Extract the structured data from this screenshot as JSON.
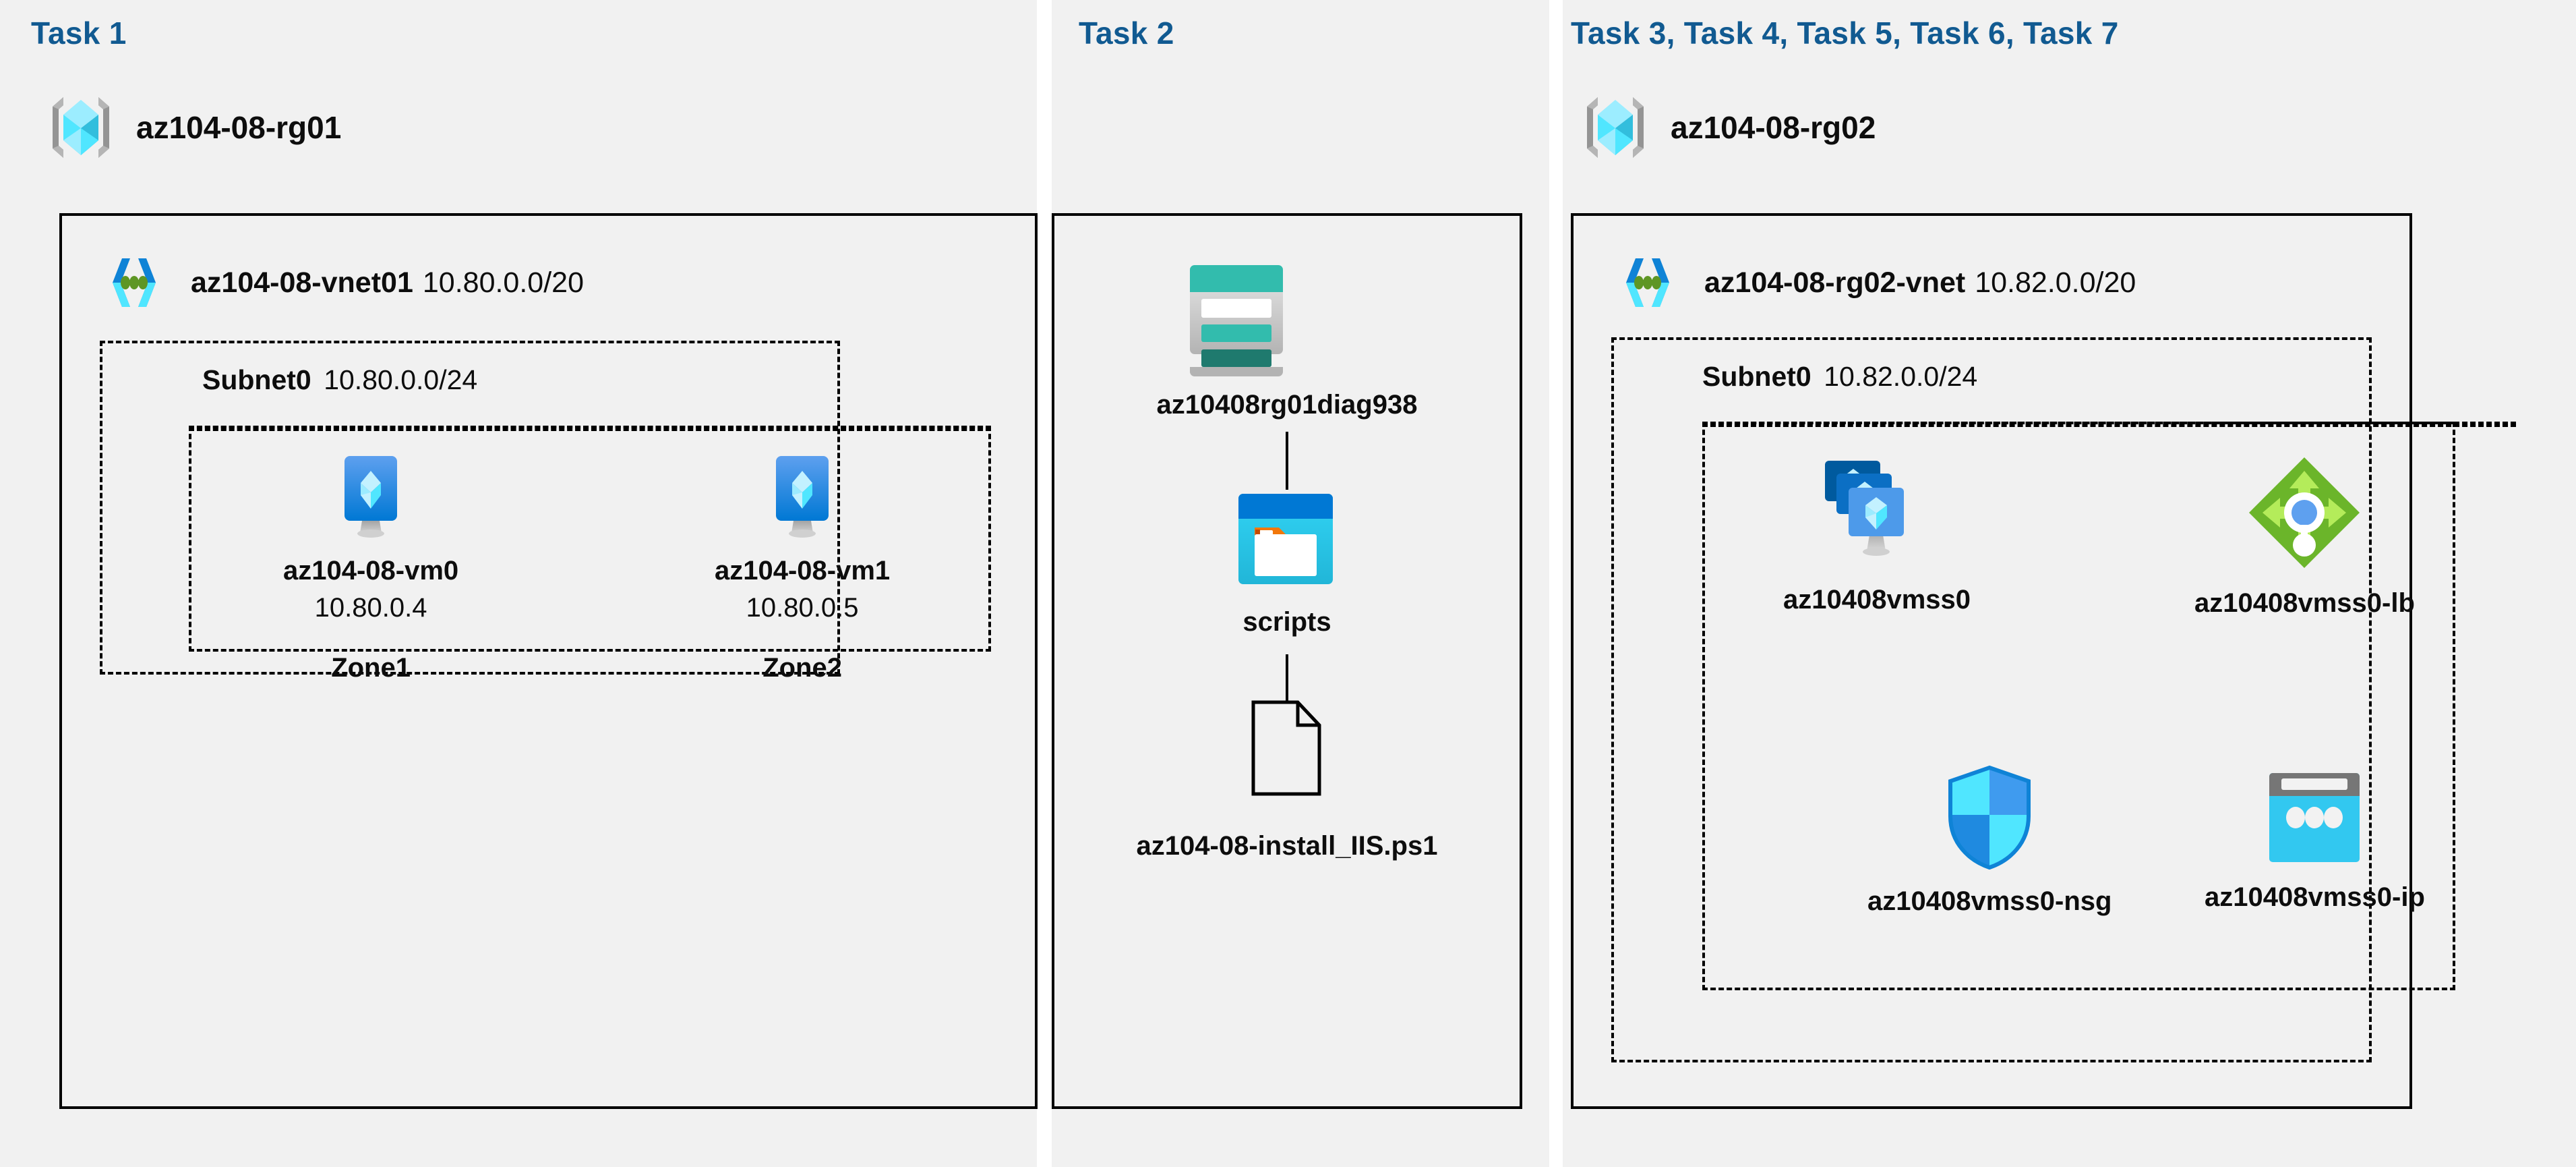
{
  "colors": {
    "panel_bg": "#f1f1f1",
    "page_bg": "#ffffff",
    "task_title": "#115a91",
    "border": "#000000",
    "azure_blue": "#0078d4",
    "azure_cyan": "#50e6ff",
    "vnet_green_dot": "#5e9624",
    "lb_green": "#6bb52a",
    "storage_teal": "#32bcad",
    "nsg_blue": "#32bcf8",
    "ip_cyan": "#32c8f0"
  },
  "columns": [
    {
      "task_title": "Task 1",
      "resource_group": {
        "name": "az104-08-rg01",
        "icon": "resource-group-icon"
      },
      "vnet": {
        "name": "az104-08-vnet01",
        "cidr": "10.80.0.0/20",
        "icon": "virtual-network-icon"
      },
      "subnet": {
        "name": "Subnet0",
        "cidr": "10.80.0.0/24"
      },
      "vms": [
        {
          "icon": "virtual-machine-icon",
          "name": "az104-08-vm0",
          "ip": "10.80.0.4",
          "zone": "Zone1"
        },
        {
          "icon": "virtual-machine-icon",
          "name": "az104-08-vm1",
          "ip": "10.80.0.5",
          "zone": "Zone2"
        }
      ]
    },
    {
      "task_title": "Task 2",
      "items": [
        {
          "icon": "storage-account-icon",
          "name": "az10408rg01diag938"
        },
        {
          "icon": "blob-container-icon",
          "name": "scripts"
        },
        {
          "icon": "script-file-icon",
          "name": "az104-08-install_IIS.ps1"
        }
      ]
    },
    {
      "task_title": "Task 3, Task 4, Task 5, Task 6, Task 7",
      "resource_group": {
        "name": "az104-08-rg02",
        "icon": "resource-group-icon"
      },
      "vnet": {
        "name": "az104-08-rg02-vnet",
        "cidr": "10.82.0.0/20",
        "icon": "virtual-network-icon"
      },
      "subnet": {
        "name": "Subnet0",
        "cidr": "10.82.0.0/24"
      },
      "resources": [
        {
          "icon": "vm-scale-set-icon",
          "name": "az10408vmss0"
        },
        {
          "icon": "load-balancer-icon",
          "name": "az10408vmss0-lb"
        },
        {
          "icon": "network-security-group-icon",
          "name": "az10408vmss0-nsg"
        },
        {
          "icon": "public-ip-address-icon",
          "name": "az10408vmss0-ip"
        }
      ]
    }
  ]
}
